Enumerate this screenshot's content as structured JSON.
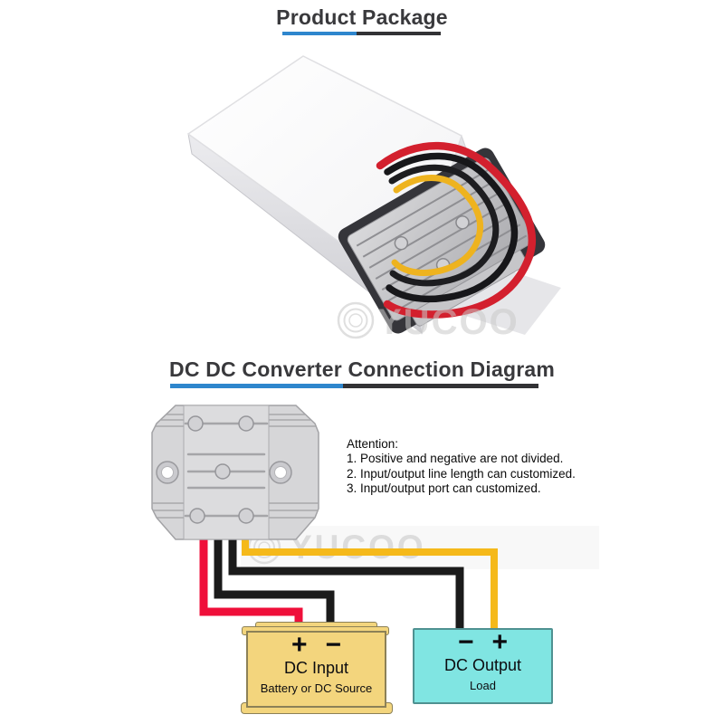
{
  "titles": {
    "package": "Product Package",
    "diagram": "DC DC Converter Connection Diagram"
  },
  "rule_colors": {
    "left": "#2e86cd",
    "right": "#323235"
  },
  "attention": {
    "heading": "Attention:",
    "items": [
      "1. Positive and negative are not divided.",
      "2. Input/output line length can customized.",
      "3. Input/output port can customized."
    ]
  },
  "watermark": {
    "brand": "YUCOO"
  },
  "dc_input": {
    "plus": "+",
    "minus": "−",
    "title": "DC Input",
    "subtitle": "Battery or DC Source",
    "fill": "#f3d57d"
  },
  "dc_output": {
    "minus": "−",
    "plus": "+",
    "title": "DC Output",
    "subtitle": "Load",
    "fill": "#80e5e2"
  },
  "wires": {
    "red": "#ef0f3a",
    "black": "#1b1b1b",
    "yellow": "#f5b91a"
  }
}
